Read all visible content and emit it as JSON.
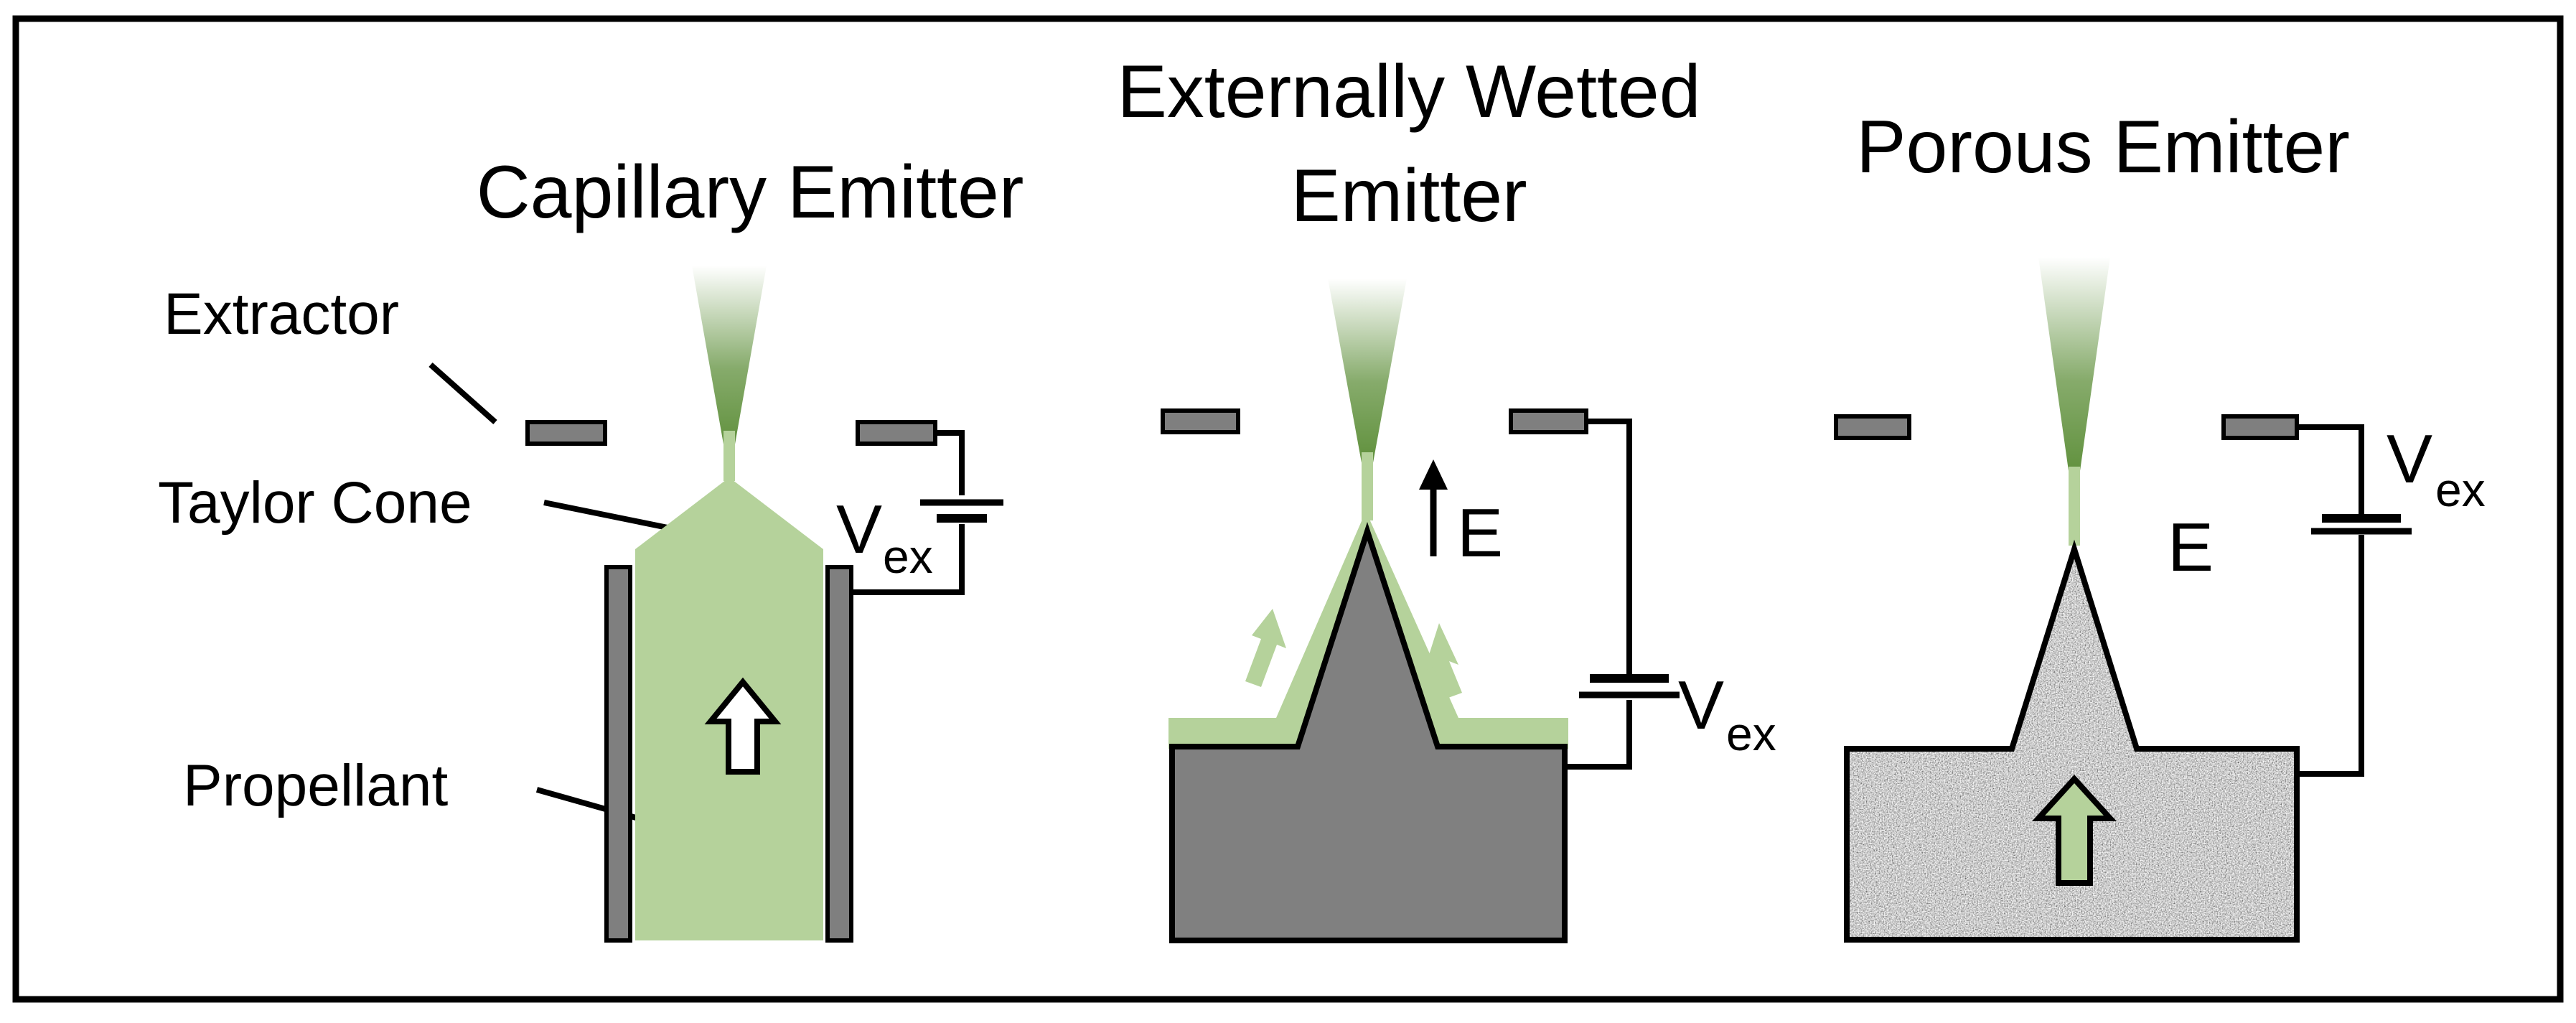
{
  "colors": {
    "propellant": "#b5d29b",
    "plume": "#5e8f3a",
    "electrode": "#7f7f7f",
    "metal": "#808080",
    "outline": "#000000",
    "frame": "#000000"
  },
  "panels": {
    "capillary": {
      "title": "Capillary Emitter",
      "extractor_label": "Extractor",
      "taylor_cone_label": "Taylor Cone",
      "propellant_label": "Propellant",
      "voltage_symbol": "V",
      "voltage_subscript": "ex"
    },
    "external": {
      "title_line1": "Externally Wetted",
      "title_line2": "Emitter",
      "field_symbol": "E",
      "voltage_symbol": "V",
      "voltage_subscript": "ex"
    },
    "porous": {
      "title": "Porous Emitter",
      "field_symbol": "E",
      "voltage_symbol": "V",
      "voltage_subscript": "ex"
    }
  },
  "icons": [
    "flow-arrow-icon",
    "field-arrow-icon",
    "battery-icon"
  ]
}
